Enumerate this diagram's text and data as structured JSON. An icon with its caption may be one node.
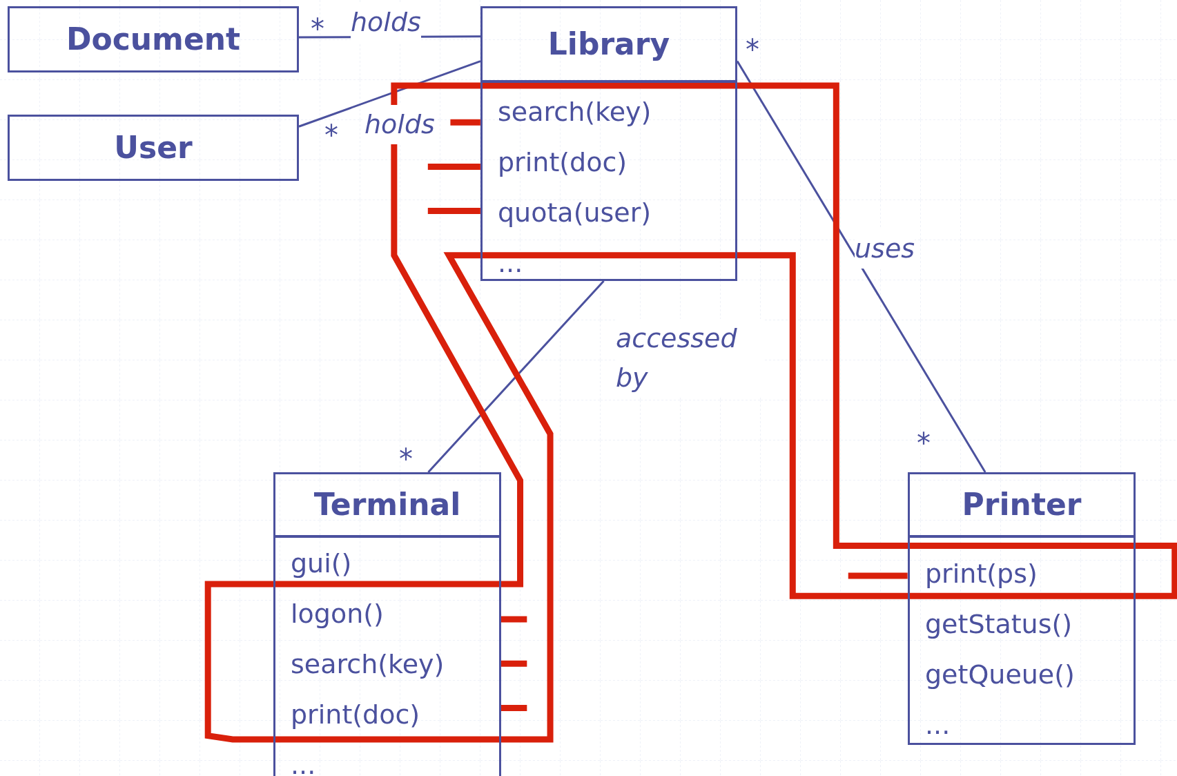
{
  "diagram": {
    "nodes": [
      {
        "text": [
          "Document"
        ]
      },
      {
        "text": [
          "User"
        ]
      },
      {
        "text": [
          "Library",
          "search(key)",
          "print(doc)",
          "quota(user)",
          "..."
        ]
      },
      {
        "text": [
          "Terminal",
          "gui()",
          "logon()",
          "search(key)",
          "print(doc)",
          "..."
        ]
      },
      {
        "text": [
          "Printer",
          "print(ps)",
          "getStatus()",
          "getQueue()",
          "..."
        ]
      }
    ],
    "edges": [
      {
        "from": 0,
        "to": 2,
        "arrow": "none",
        "label": "holds"
      },
      {
        "from": 1,
        "to": 2,
        "arrow": "none",
        "label": "holds"
      },
      {
        "from": 2,
        "to": 4,
        "arrow": "none",
        "label": "uses"
      },
      {
        "from": 2,
        "to": 3,
        "arrow": "none",
        "label": "accessed by"
      }
    ],
    "labels": [
      "*",
      "*",
      "*",
      "*",
      "*"
    ]
  }
}
